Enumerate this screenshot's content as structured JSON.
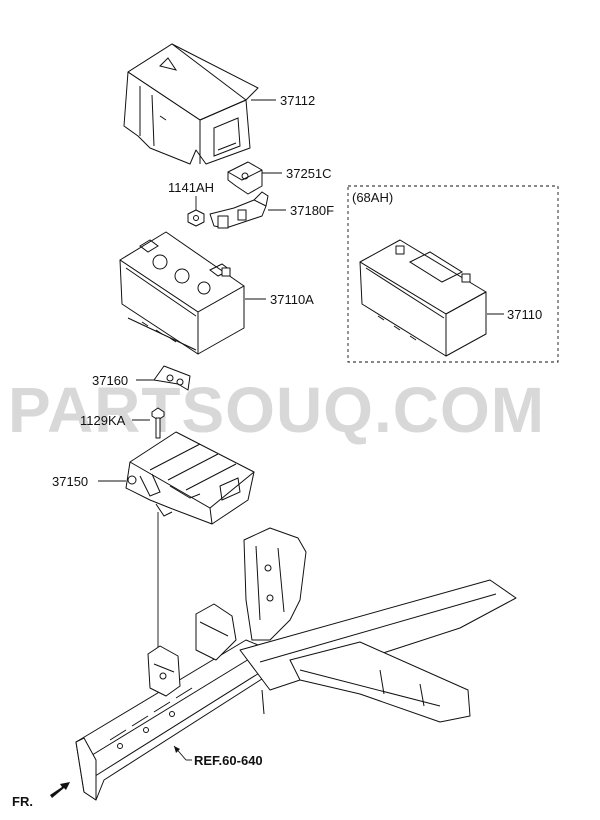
{
  "watermark": "PARTSOUQ.COM",
  "parts": {
    "tray_cover": "37112",
    "terminal_cover": "37251C",
    "nut": "1141AH",
    "clamp": "37180F",
    "battery": "37110A",
    "battery_alt": "37110",
    "bracket": "37160",
    "bolt": "1129KA",
    "tray": "37150"
  },
  "variant_label": "(68AH)",
  "reference": "REF.60-640",
  "direction": "FR."
}
